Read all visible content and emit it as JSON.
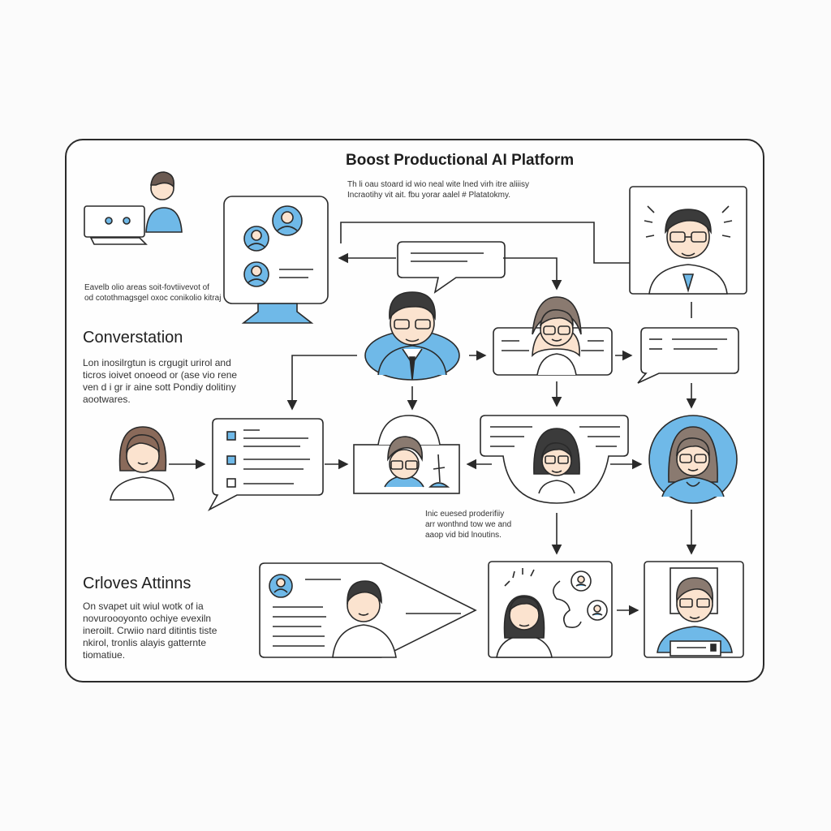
{
  "header": {
    "title": "Boost Productional AI Platform",
    "subtitle_lines": [
      "Th li oau stoard id wio neal wite lned virh itre aliiisy",
      "Incraotihy vit ait. fbu yorar aalel # Platatokmy."
    ]
  },
  "left_panel": {
    "caption_lines": [
      "Eavelb olio areas soit-fovtiivevot of",
      "od cotothmagsgel oxoc conikolio kitraj"
    ],
    "section_conversation": {
      "heading": "Converstation",
      "body_lines": [
        "Lon inosilrgtun is  crgugit urirol and",
        "ticros ioivet onoeod or (ase vio rene",
        "ven d i gr ir aine sott Pondiy dolitiny",
        "aootwares."
      ]
    },
    "section_actions": {
      "heading": "Crloves Attinns",
      "body_lines": [
        "On svapet uit wiul wotk of ia",
        "novuroooyonto ochiye evexiln",
        "ineroilt. Crwiio nard ditintis tiste",
        "nkirol, tronlis alayis gatternte",
        "tiomatiue."
      ]
    }
  },
  "middle_note": {
    "lines": [
      "Inic euesed proderifiiy",
      "arr wonthnd tow we and",
      "aaop vid bid lnoutins."
    ]
  },
  "colors": {
    "accent": "#6fb9e8",
    "stroke": "#2a2a2a",
    "skin": "#fbe3cf",
    "hair_dark": "#3b3b3b",
    "hair_brown": "#8a6a5a"
  },
  "icons": [
    "person-at-computer-icon",
    "monitor-chat-icon",
    "manager-avatar-icon",
    "woman-avatar-icon",
    "chat-bubble-icon",
    "checklist-bubble-icon",
    "profile-card-icon",
    "idea-avatar-icon",
    "arrow-icon"
  ]
}
